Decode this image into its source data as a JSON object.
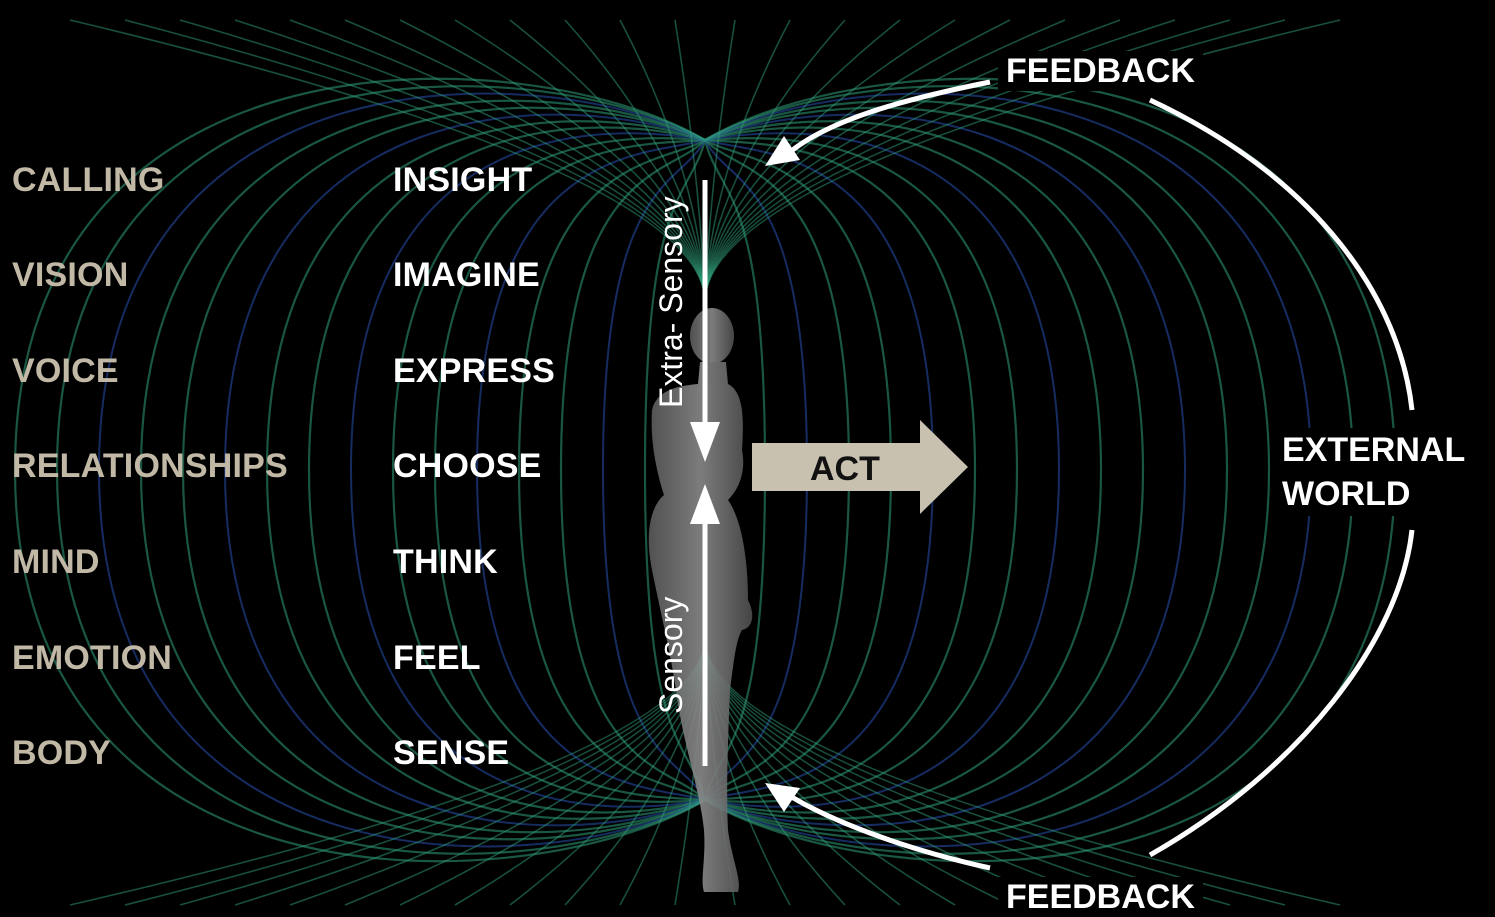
{
  "diagram": {
    "levels": [
      {
        "aspect": "CALLING",
        "verb": "INSIGHT"
      },
      {
        "aspect": "VISION",
        "verb": "IMAGINE"
      },
      {
        "aspect": "VOICE",
        "verb": "EXPRESS"
      },
      {
        "aspect": "RELATIONSHIPS",
        "verb": "CHOOSE"
      },
      {
        "aspect": "MIND",
        "verb": "THINK"
      },
      {
        "aspect": "EMOTION",
        "verb": "FEEL"
      },
      {
        "aspect": "BODY",
        "verb": "SENSE"
      }
    ],
    "upper_axis_label": "Extra- Sensory",
    "lower_axis_label": "Sensory",
    "action_label": "ACT",
    "feedback_top": "FEEDBACK",
    "feedback_bottom": "FEEDBACK",
    "external_line1": "EXTERNAL",
    "external_line2": "WORLD"
  },
  "colors": {
    "background": "#000000",
    "field_green": "#2f9e7a",
    "field_blue": "#1f3f8a",
    "aspect_text": "#c2b8a6",
    "verb_text": "#ffffff",
    "act_arrow": "#c9c1b0",
    "figure": "#7f7f7f"
  },
  "icons": {
    "figure": "human-silhouette-icon",
    "field": "toroidal-field-lines"
  }
}
